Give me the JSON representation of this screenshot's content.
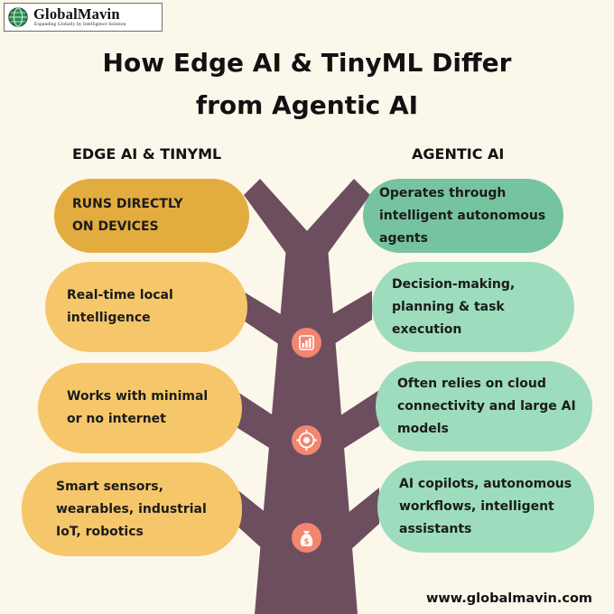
{
  "brand": {
    "name": "GlobalMavin",
    "tagline": "Expanding Globally by Intelligence Solution"
  },
  "title": {
    "line1": "How Edge AI & TinyML Differ",
    "line2": "from Agentic AI"
  },
  "columns": {
    "left_heading": "EDGE AI & TINYML",
    "right_heading": "AGENTIC AI"
  },
  "left_items": [
    "RUNS DIRECTLY\nON DEVICES",
    "Real-time local\nintelligence",
    "Works with minimal\nor no internet",
    "Smart sensors,\nwearables, industrial\nIoT, robotics"
  ],
  "right_items": [
    "Operates through\nintelligent autonomous\nagents",
    "Decision-making,\nplanning & task\nexecution",
    "Often relies on cloud\nconnectivity and large AI\nmodels",
    "AI copilots, autonomous\nworkflows, intelligent\nassistants"
  ],
  "trunk_icons": [
    "bar-chart-icon",
    "target-icon",
    "money-bag-icon"
  ],
  "colors": {
    "background": "#fbf7ea",
    "tree": "#6c4e5f",
    "orange_pill": "#f5c76a",
    "orange_pill_highlight": "#e3ac3f",
    "green_pill": "#9ddcbd",
    "green_pill_highlight": "#76c3a0",
    "icon_circle": "#f2866e"
  },
  "footer": {
    "url": "www.globalmavin.com"
  }
}
